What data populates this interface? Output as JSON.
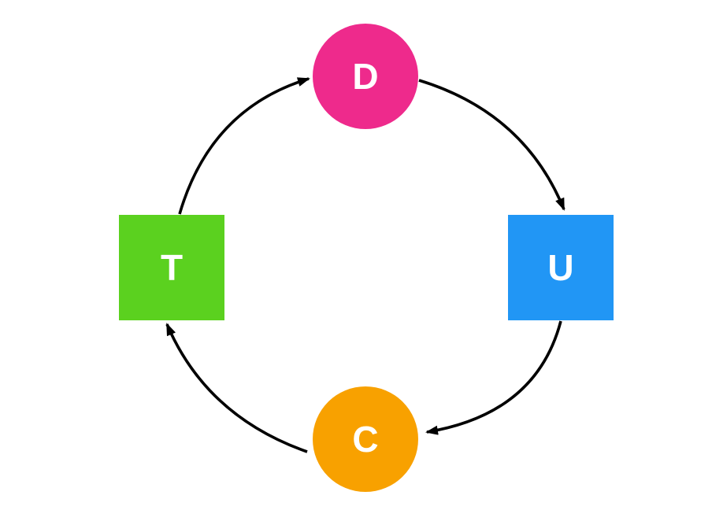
{
  "diagram": {
    "background": "#ffffff",
    "edge_color": "#000000",
    "text_color": "#ffffff",
    "nodes": [
      {
        "id": "D",
        "label": "D",
        "shape": "circle",
        "color": "#EE2A8C",
        "position": "top"
      },
      {
        "id": "U",
        "label": "U",
        "shape": "square",
        "color": "#2196F5",
        "position": "right"
      },
      {
        "id": "C",
        "label": "C",
        "shape": "circle",
        "color": "#F8A100",
        "position": "bottom"
      },
      {
        "id": "T",
        "label": "T",
        "shape": "square",
        "color": "#5BD11F",
        "position": "left"
      }
    ],
    "edges": [
      {
        "from": "T",
        "to": "D"
      },
      {
        "from": "D",
        "to": "U"
      },
      {
        "from": "U",
        "to": "C"
      },
      {
        "from": "C",
        "to": "T"
      }
    ]
  }
}
